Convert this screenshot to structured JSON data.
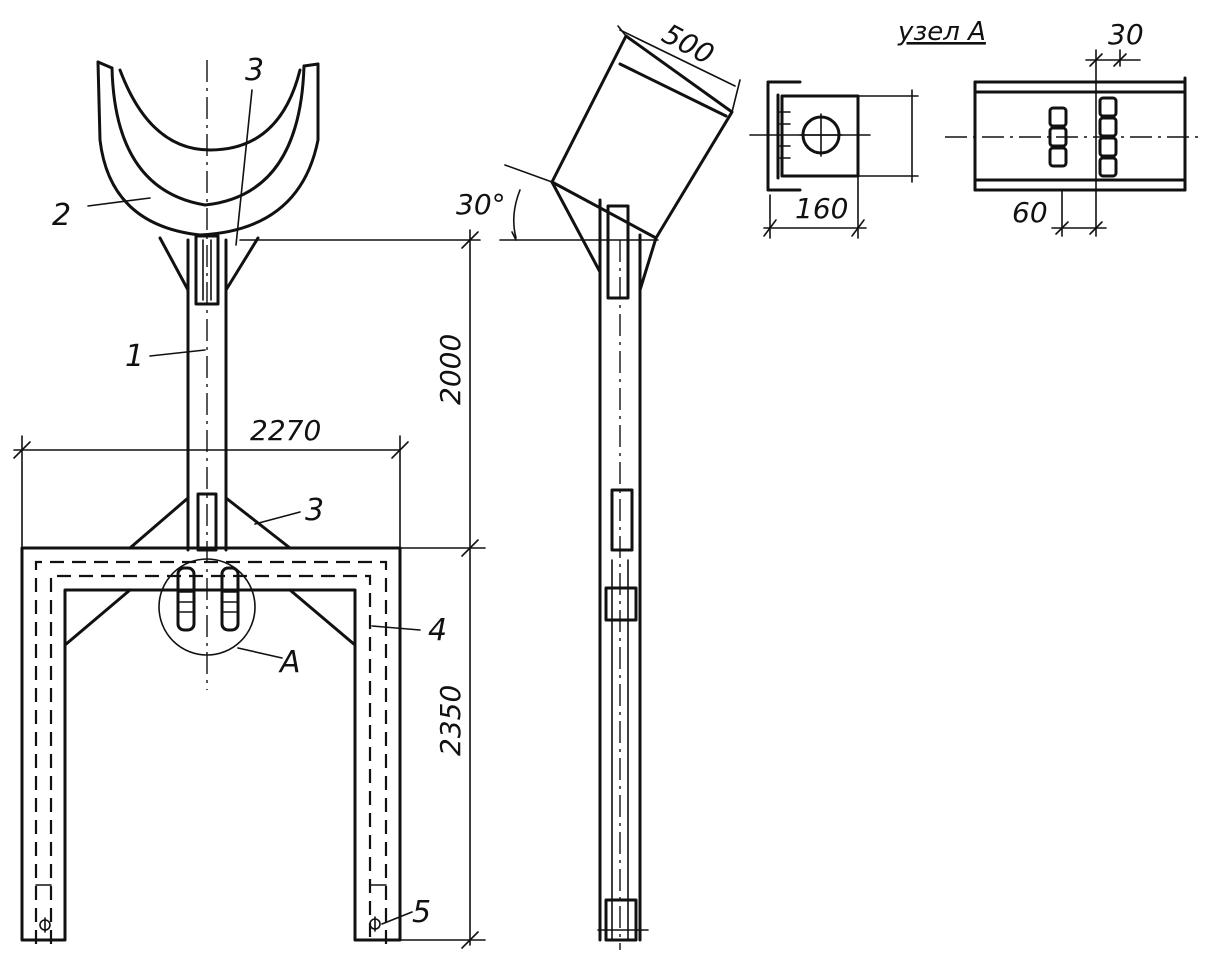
{
  "front_view": {
    "positions": [
      "1",
      "2",
      "3",
      "3",
      "4",
      "5"
    ],
    "node_label": "A",
    "dims": {
      "width": "2270",
      "upper_height": "2000",
      "lower_height": "2350"
    }
  },
  "side_view": {
    "dims": {
      "cradle_width": "500",
      "angle": "30°"
    }
  },
  "detail": {
    "title": "узел А",
    "dims": {
      "plate_width": "160",
      "offset": "60",
      "gap": "30"
    }
  }
}
